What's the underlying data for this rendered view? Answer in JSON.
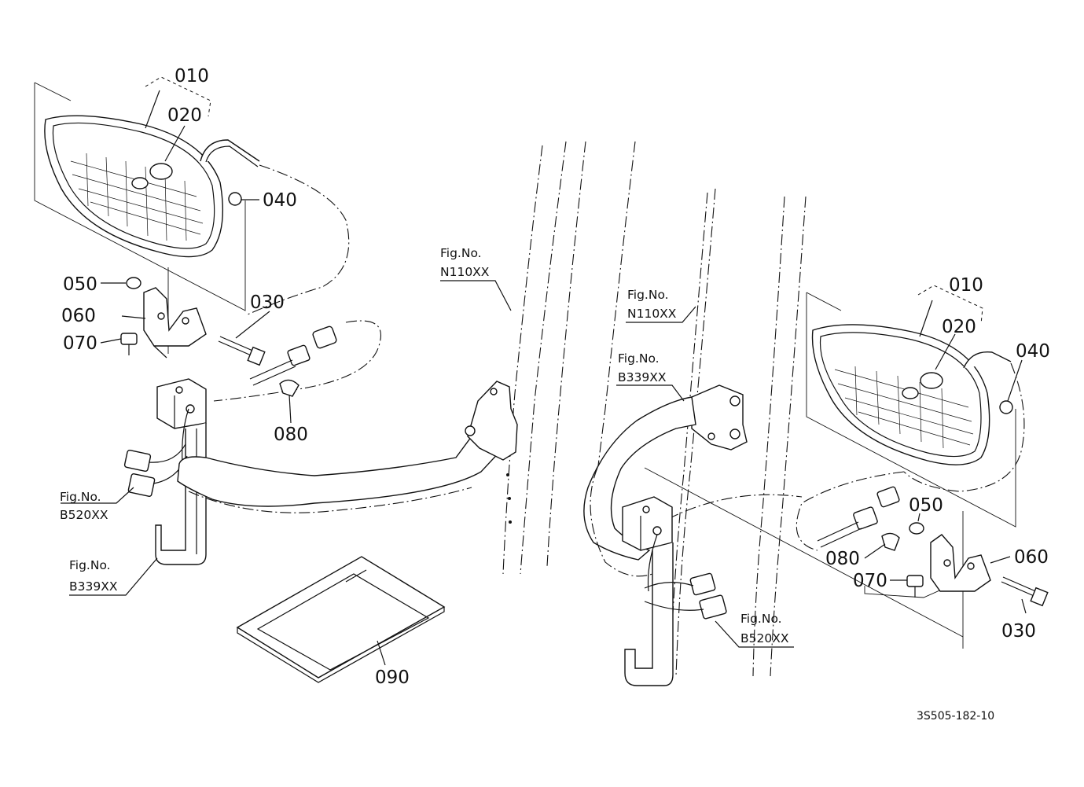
{
  "left_assembly": {
    "callouts": {
      "c010": "010",
      "c020": "020",
      "c040": "040",
      "c050": "050",
      "c060": "060",
      "c070": "070",
      "c030": "030",
      "c080": "080"
    },
    "refs": {
      "n110_line1": "Fig.No.",
      "n110_line2": "N110XX",
      "b520_line1": "Fig.No.",
      "b520_line2": "B520XX",
      "b339_line1": "Fig.No.",
      "b339_line2": "B339XX"
    }
  },
  "right_assembly": {
    "callouts": {
      "c010": "010",
      "c020": "020",
      "c040": "040",
      "c050": "050",
      "c080": "080",
      "c060": "060",
      "c070": "070",
      "c030": "030"
    },
    "refs": {
      "n110_line1": "Fig.No.",
      "n110_line2": "N110XX",
      "b339_line1": "Fig.No.",
      "b339_line2": "B339XX",
      "b520_line1": "Fig.No.",
      "b520_line2": "B520XX"
    }
  },
  "manual_callout": "090",
  "drawing_code": "3S505-182-10"
}
